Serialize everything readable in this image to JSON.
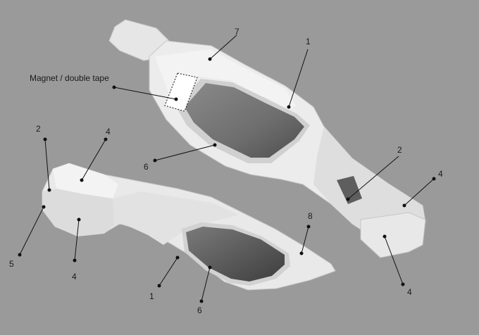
{
  "callouts": {
    "magnet": "Magnet / double tape",
    "top_7": "7",
    "top_1": "1",
    "top_6": "6",
    "top_2": "2",
    "top_4a": "4",
    "top_4b": "4",
    "bot_2": "2",
    "bot_4a": "4",
    "bot_4b": "4",
    "bot_5": "5",
    "bot_8": "8",
    "bot_1": "1",
    "bot_6": "6"
  }
}
